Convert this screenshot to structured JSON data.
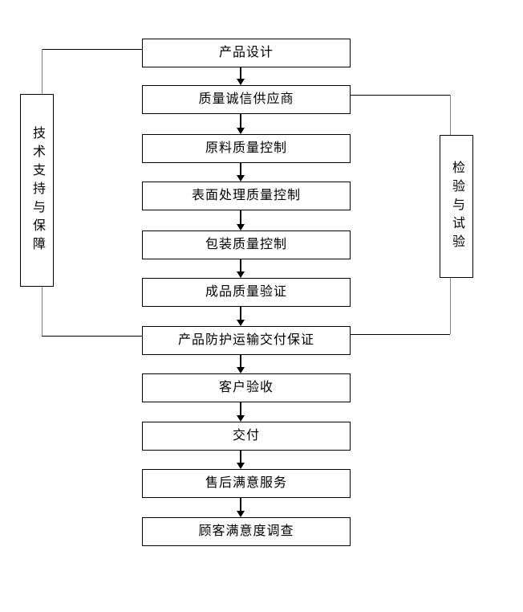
{
  "diagram": {
    "type": "flowchart",
    "main_flow": [
      {
        "label": "产品设计"
      },
      {
        "label": "质量诚信供应商"
      },
      {
        "label": "原料质量控制"
      },
      {
        "label": "表面处理质量控制"
      },
      {
        "label": "包装质量控制"
      },
      {
        "label": "成品质量验证"
      },
      {
        "label": "产品防护运输交付保证"
      },
      {
        "label": "客户验收"
      },
      {
        "label": "交付"
      },
      {
        "label": "售后满意服务"
      },
      {
        "label": "顾客满意度调查"
      }
    ],
    "side_branches": [
      {
        "side": "left",
        "label": "技术支持与保障",
        "connects_from": "产品设计",
        "connects_to": "产品防护运输交付保证"
      },
      {
        "side": "right",
        "label": "检验与试验",
        "connects_from": "质量诚信供应商",
        "connects_to": "产品防护运输交付保证"
      }
    ],
    "colors": {
      "background": "#ffffff",
      "box_border": "#000000",
      "box_fill": "#ffffff",
      "text": "#000000",
      "arrow": "#000000",
      "connector_line": "#808080"
    }
  }
}
